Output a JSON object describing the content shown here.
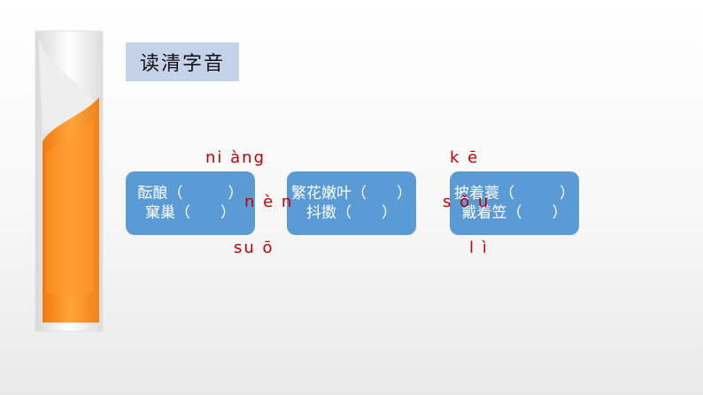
{
  "title": "读清字音",
  "cards": [
    {
      "lines": [
        "酝酿（　　　）",
        "窠巢（　　）"
      ]
    },
    {
      "lines": [
        "繁花嫩叶（　　）",
        "抖擞（　　）"
      ]
    },
    {
      "lines": [
        "披着蓑（　　　）",
        "戴着笠（　　）"
      ]
    }
  ],
  "pinyin": {
    "niang": "ni àng",
    "nen": "n è n",
    "suo": "su ō",
    "ke": "k ē",
    "sou": "s ǒ u",
    "li": "l ì"
  }
}
